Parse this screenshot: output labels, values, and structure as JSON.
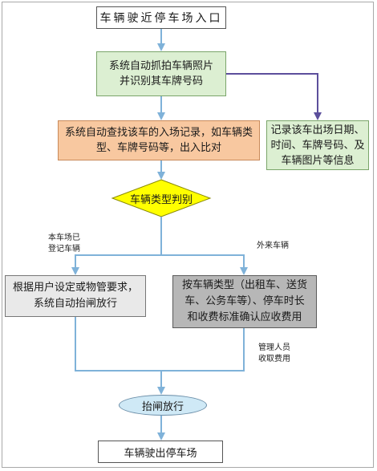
{
  "nodes": {
    "start": "车辆驶近停车场入口",
    "capture": "系统自动抓拍车辆照片\n并识别其车牌号码",
    "lookup": "系统自动查找该车的入场记录，如车辆类\n型、车牌号码等，出入比对",
    "record": "记录该车出场日期、\n时间、车牌号码、及\n车辆图片等信息",
    "decision": "车辆类型判别",
    "registered_action": "根据用户设定或物管要求，\n系统自动抬闸放行",
    "external_action": "按车辆类型（出租车、送货\n车、公务车等）、停车时长\n和收费标准确认应收费用",
    "open_gate": "抬闸放行",
    "exit": "车辆驶出停车场"
  },
  "edge_labels": {
    "registered": "本车场已\n登记车辆",
    "external": "外来车辆",
    "staff_fee": "管理人员\n收取费用"
  },
  "colors": {
    "arrow": "#7fb2d9",
    "record_arrow": "#5c4f9c",
    "decision_fill": "#ffff00"
  }
}
